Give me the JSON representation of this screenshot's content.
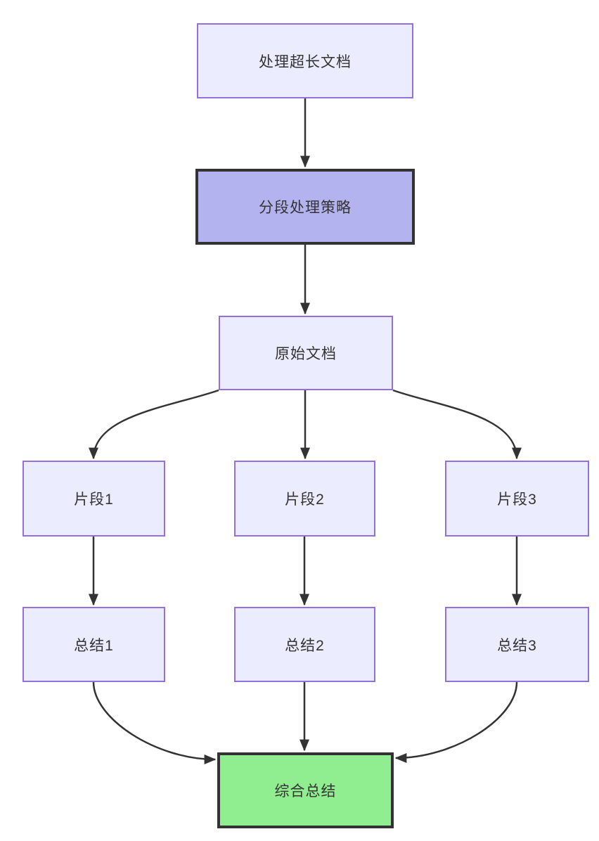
{
  "diagram": {
    "type": "flowchart",
    "direction": "top-down",
    "nodes": [
      {
        "id": "A",
        "label": "处理超长文档",
        "style": "default"
      },
      {
        "id": "B",
        "label": "分段处理策略",
        "style": "highlight-purple"
      },
      {
        "id": "C",
        "label": "原始文档",
        "style": "default"
      },
      {
        "id": "D",
        "label": "片段1",
        "style": "default"
      },
      {
        "id": "E",
        "label": "片段2",
        "style": "default"
      },
      {
        "id": "F",
        "label": "片段3",
        "style": "default"
      },
      {
        "id": "G",
        "label": "总结1",
        "style": "default"
      },
      {
        "id": "H",
        "label": "总结2",
        "style": "default"
      },
      {
        "id": "I",
        "label": "总结3",
        "style": "default"
      },
      {
        "id": "J",
        "label": "综合总结",
        "style": "highlight-green"
      }
    ],
    "edges": [
      {
        "from": "处理超长文档",
        "to": "分段处理策略"
      },
      {
        "from": "分段处理策略",
        "to": "原始文档"
      },
      {
        "from": "原始文档",
        "to": "片段1"
      },
      {
        "from": "原始文档",
        "to": "片段2"
      },
      {
        "from": "原始文档",
        "to": "片段3"
      },
      {
        "from": "片段1",
        "to": "总结1"
      },
      {
        "from": "片段2",
        "to": "总结2"
      },
      {
        "from": "片段3",
        "to": "总结3"
      },
      {
        "from": "总结1",
        "to": "综合总结"
      },
      {
        "from": "总结2",
        "to": "综合总结"
      },
      {
        "from": "总结3",
        "to": "综合总结"
      }
    ],
    "colors": {
      "default_node_fill": "#ECECFF",
      "default_node_border": "#9370DB",
      "strategy_node_fill": "#b3b3f0",
      "strategy_node_border": "#333333",
      "summary_node_fill": "#90EE90",
      "summary_node_border": "#333333",
      "edge_stroke": "#333333",
      "text": "#333333",
      "background": "#ffffff"
    }
  }
}
